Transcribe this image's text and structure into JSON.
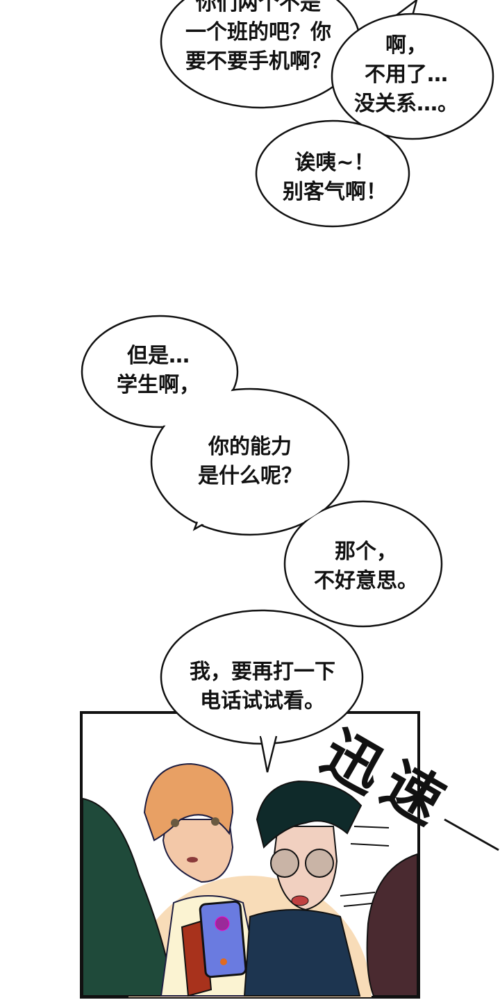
{
  "bubbles": [
    {
      "lines": [
        "你们两个不是",
        "一个班的吧？你",
        "要不要手机啊？"
      ]
    },
    {
      "lines": [
        "啊，",
        "不用了…",
        "没关系…。"
      ]
    },
    {
      "lines": [
        "诶咦~！",
        "别客气啊！"
      ]
    },
    {
      "lines": [
        "但是…",
        "学生啊，"
      ]
    },
    {
      "lines": [
        "你的能力",
        "是什么呢？"
      ]
    },
    {
      "lines": [
        "那个，",
        "不好意思。"
      ]
    },
    {
      "lines": [
        "我，要再打一下",
        "电话试试看。"
      ]
    }
  ],
  "sfx": {
    "chars": [
      "迅",
      "速"
    ]
  },
  "colors": {
    "ink": "#111111",
    "orange_hair": "#e8a064",
    "dark_hair": "#0f2a2a",
    "sweater": "#fbf3d2",
    "jacket": "#1d3550",
    "phone_case": "#a8321c",
    "phone_screen": "#6a7be0",
    "bg_glow": "#f8dcb8"
  }
}
